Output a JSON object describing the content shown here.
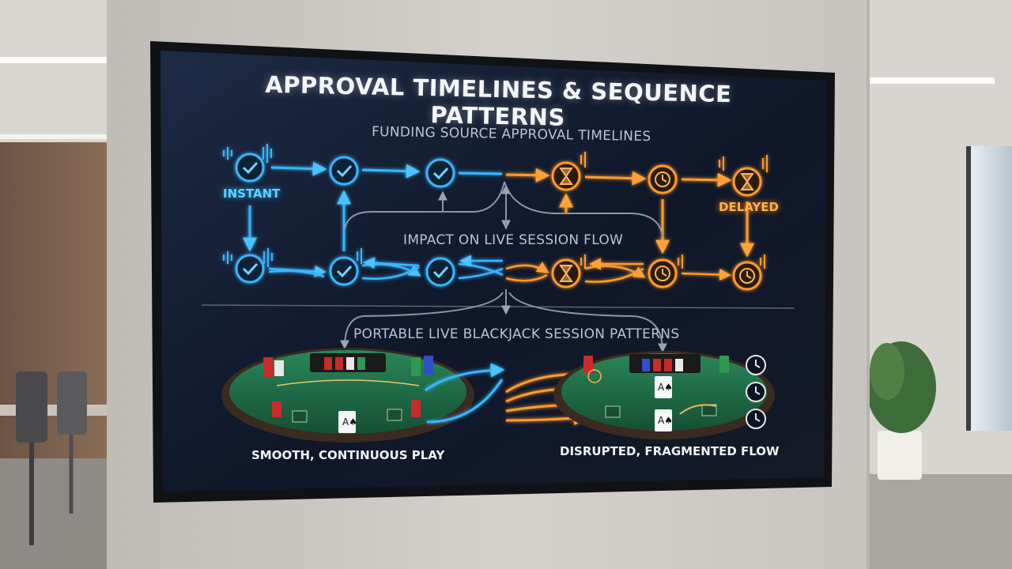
{
  "screen": {
    "title": "APPROVAL TIMELINES & SEQUENCE PATTERNS",
    "funding_label": "FUNDING SOURCE APPROVAL TIMELINES",
    "instant_label": "INSTANT",
    "delayed_label": "DELAYED",
    "impact_label": "IMPACT ON LIVE SESSION FLOW",
    "patterns_label": "PORTABLE LIVE BLACKJACK SESSION PATTERNS",
    "smooth_caption": "SMOOTH, CONTINUOUS PLAY",
    "disrupted_caption": "DISRUPTED, FRAGMENTED FLOW"
  },
  "colors": {
    "instant": "#39b6ff",
    "delayed": "#ff9a2e",
    "screen_bg": "#101a2c",
    "felt": "#1f6b46"
  },
  "nodes": {
    "top_row": [
      "check-icon",
      "check-icon",
      "check-icon",
      "hourglass-icon",
      "clock-icon",
      "hourglass-icon"
    ],
    "bottom_row": [
      "check-icon",
      "check-icon",
      "check-icon",
      "hourglass-icon",
      "clock-icon",
      "clock-icon"
    ]
  }
}
